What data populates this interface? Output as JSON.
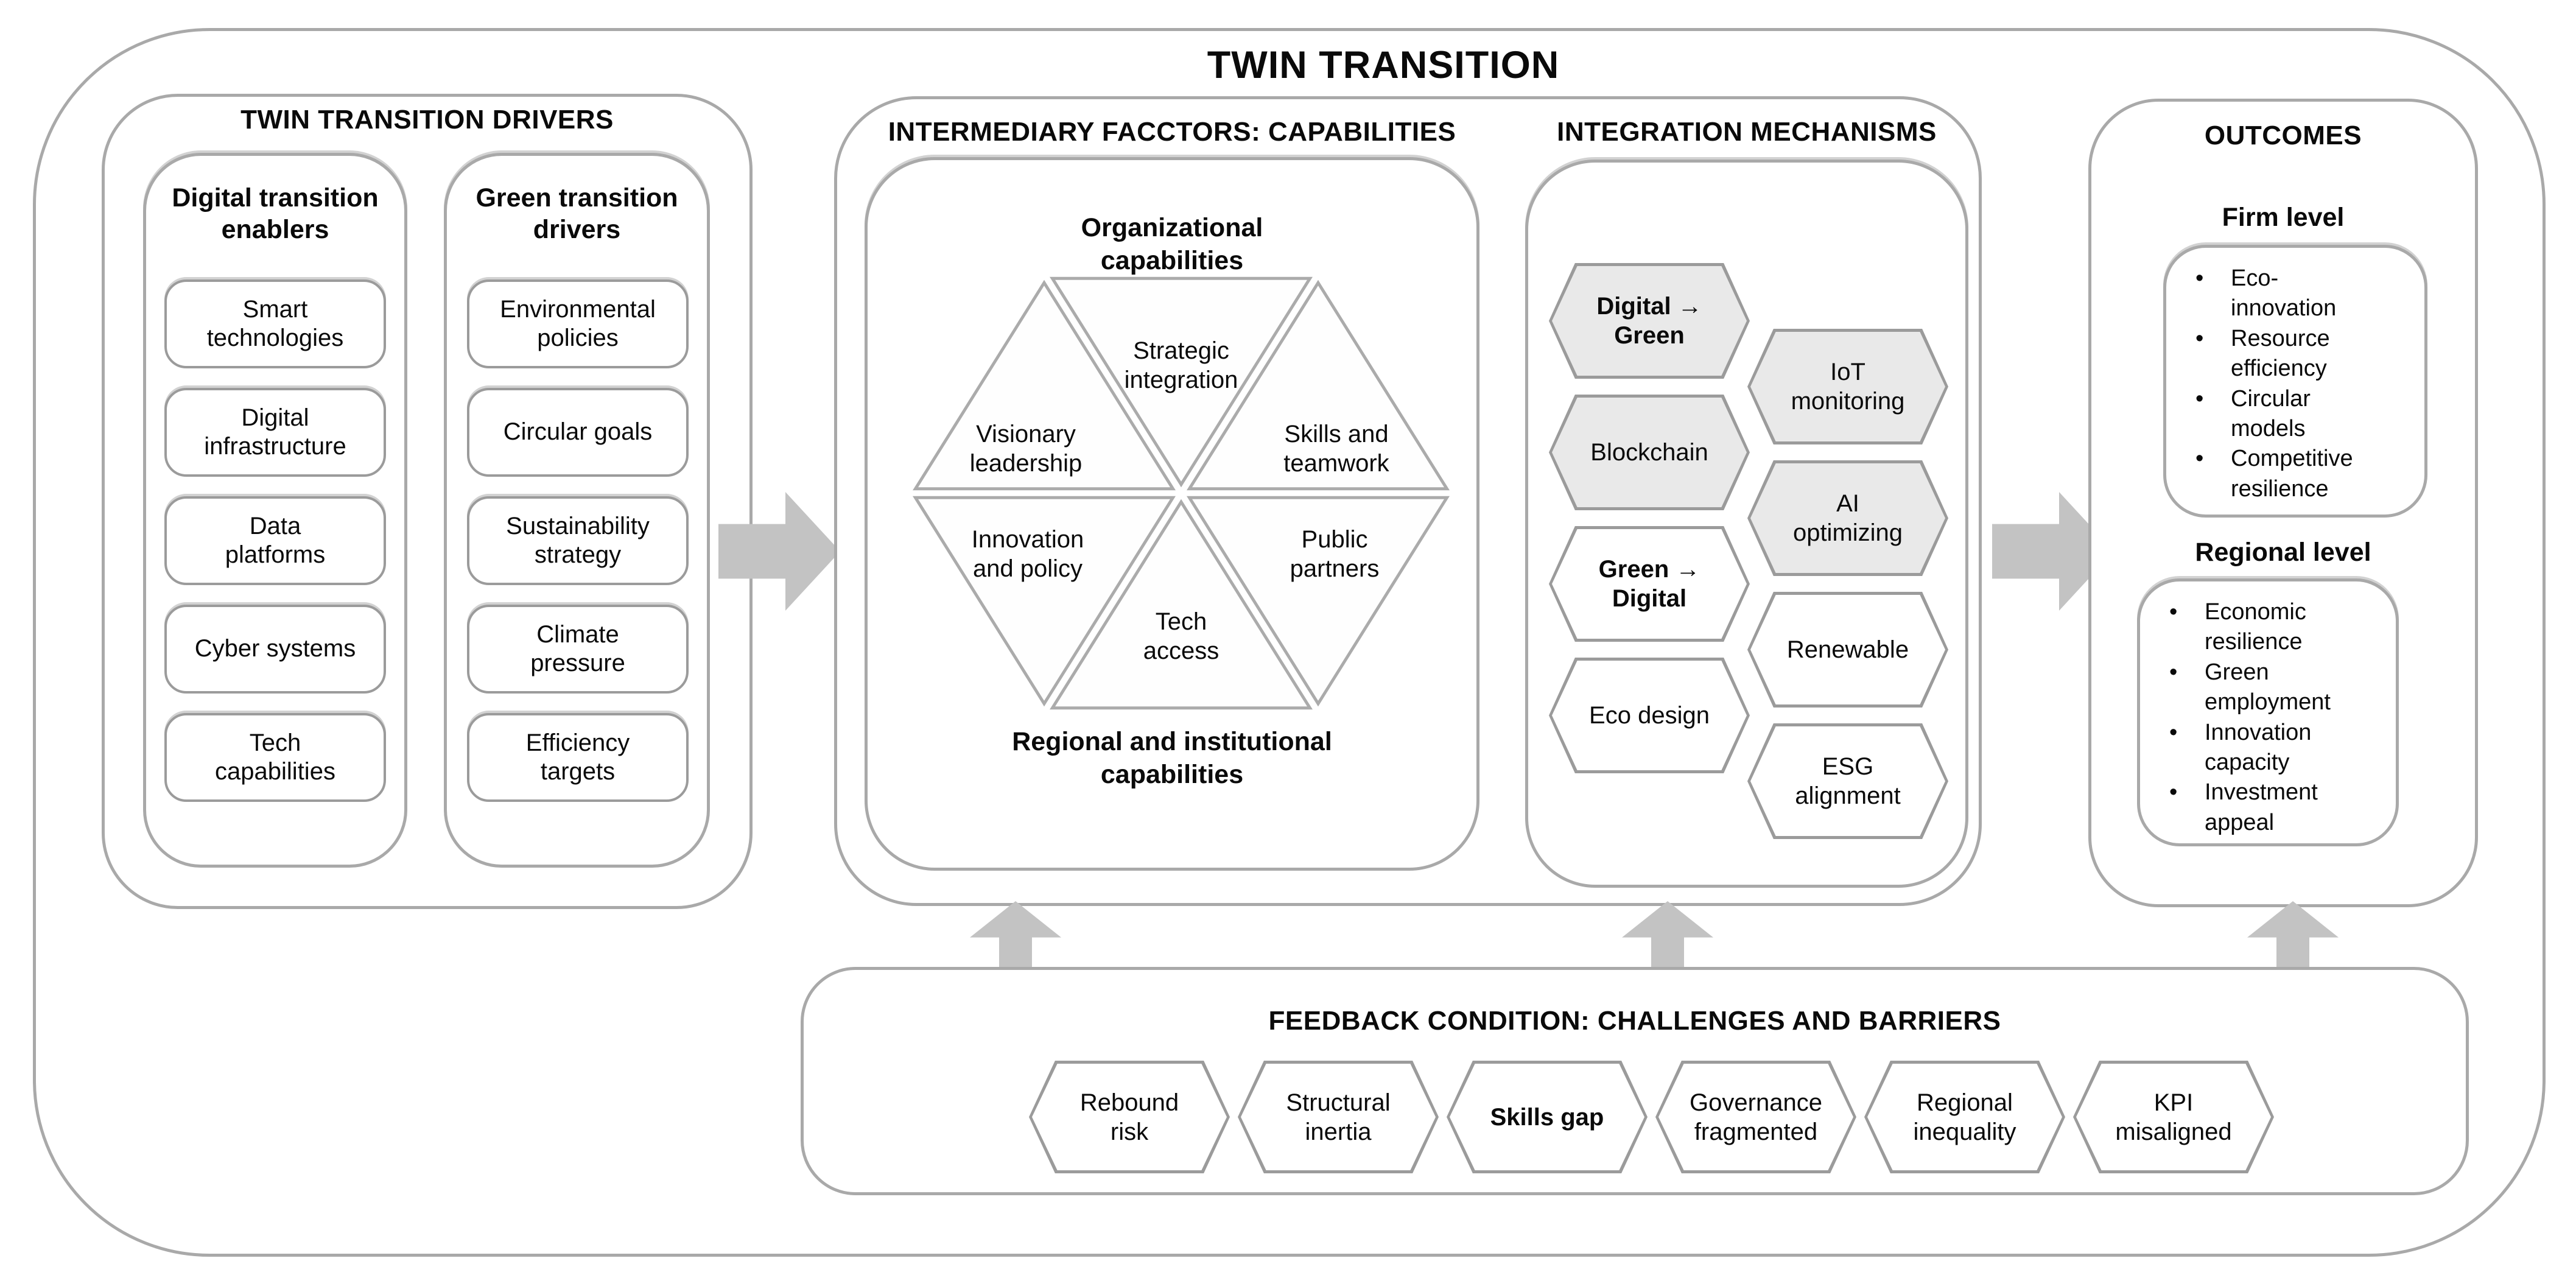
{
  "title": "TWIN TRANSITION",
  "drivers": {
    "title": "TWIN TRANSITION DRIVERS",
    "digital": {
      "header": "Digital transition\nenablers",
      "items": [
        "Smart\ntechnologies",
        "Digital\ninfrastructure",
        "Data\nplatforms",
        "Cyber systems",
        "Tech\ncapabilities"
      ]
    },
    "green": {
      "header": "Green transition\ndrivers",
      "items": [
        "Environmental\npolicies",
        "Circular goals",
        "Sustainability\nstrategy",
        "Climate\npressure",
        "Efficiency\ntargets"
      ]
    }
  },
  "capabilities": {
    "title": "INTERMEDIARY FACCTORS: CAPABILITIES",
    "top_label": "Organizational\ncapabilities",
    "bottom_label": "Regional and institutional\ncapabilities",
    "triangles": {
      "strategic": "Strategic\nintegration",
      "visionary": "Visionary\nleadership",
      "skills": "Skills and\nteamwork",
      "innovation": "Innovation\nand policy",
      "public": "Public\npartners",
      "tech": "Tech\naccess"
    }
  },
  "integration": {
    "title": "INTEGRATION MECHANISMS",
    "hexagons": [
      {
        "label": "Digital →\nGreen",
        "filled": true
      },
      {
        "label": "IoT\nmonitoring",
        "filled": true
      },
      {
        "label": "Blockchain",
        "filled": true
      },
      {
        "label": "AI\noptimizing",
        "filled": true
      },
      {
        "label": "Green →\nDigital",
        "filled": false
      },
      {
        "label": "Renewable",
        "filled": false
      },
      {
        "label": "Eco design",
        "filled": false
      },
      {
        "label": "ESG\nalignment",
        "filled": false
      }
    ]
  },
  "outcomes": {
    "title": "OUTCOMES",
    "firm": {
      "header": "Firm level",
      "bullet": "•",
      "items": [
        "Eco-\ninnovation",
        "Resource\nefficiency",
        "Circular\nmodels",
        "Competitive\nresilience"
      ]
    },
    "regional": {
      "header": "Regional level",
      "bullet": "•",
      "items": [
        "Economic\nresilience",
        "Green\nemployment",
        "Innovation\ncapacity",
        "Investment\nappeal"
      ]
    }
  },
  "feedback": {
    "title": "FEEDBACK CONDITION: CHALLENGES AND BARRIERS",
    "items": [
      "Rebound\nrisk",
      "Structural\ninertia",
      "Skills gap",
      "Governance\nfragmented",
      "Regional\ninequality",
      "KPI\nmisaligned"
    ]
  },
  "colors": {
    "border_gray": "#a9a9a9",
    "arrow_gray": "#c3c3c3",
    "hex_fill_gray": "#e9e9e9"
  }
}
